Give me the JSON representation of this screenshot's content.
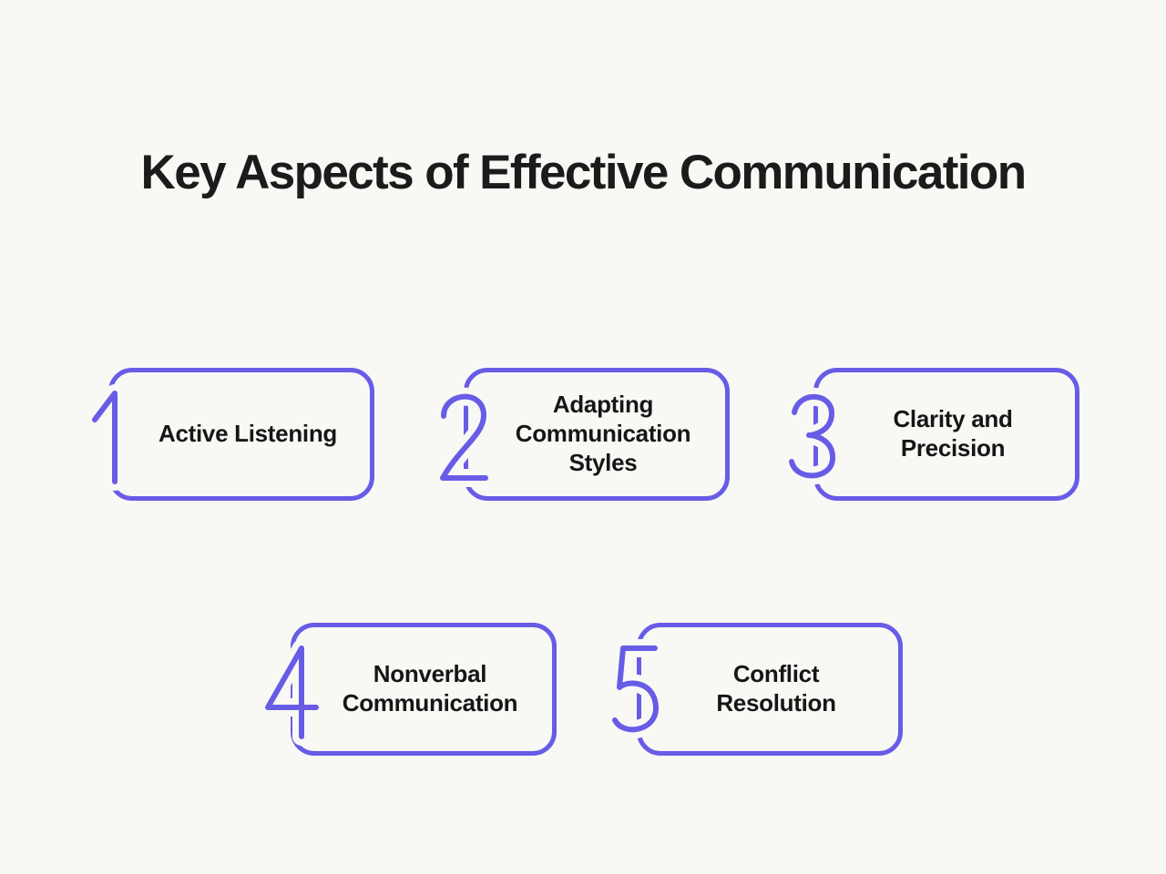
{
  "title": "Key Aspects of Effective Communication",
  "colors": {
    "background": "#F8F8F5",
    "accent": "#685CE7",
    "text": "#1B1B1B"
  },
  "cards": [
    {
      "number": "1",
      "label": "Active Listening"
    },
    {
      "number": "2",
      "label": "Adapting\nCommunication\nStyles"
    },
    {
      "number": "3",
      "label": "Clarity and\nPrecision"
    },
    {
      "number": "4",
      "label": "Nonverbal\nCommunication"
    },
    {
      "number": "5",
      "label": "Conflict\nResolution"
    }
  ]
}
